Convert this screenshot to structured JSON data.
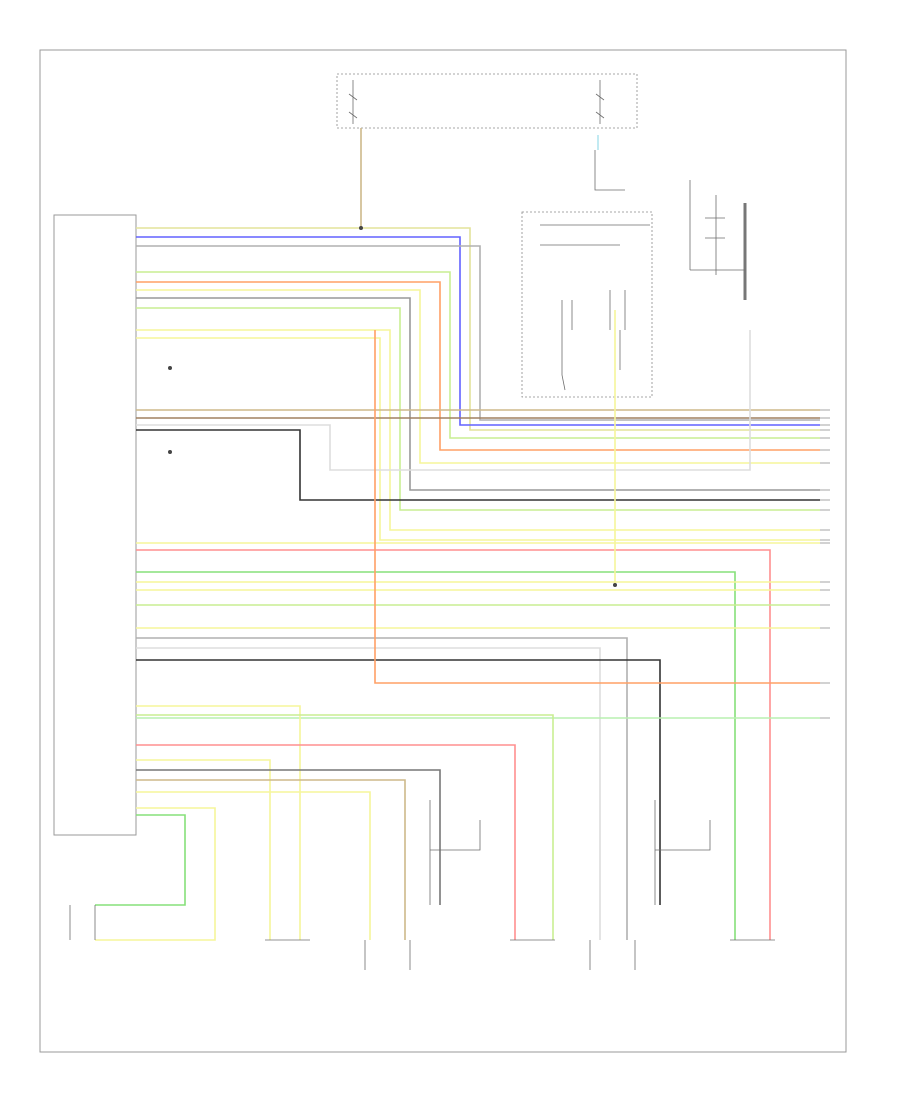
{
  "page_footer": "",
  "colors": {
    "yellow": "#f5f59a",
    "yellow_green": "#c9ee92",
    "green": "#86e07a",
    "red": "#ff8f8f",
    "orange": "#ffa066",
    "blue": "#6262ff",
    "black": "#333333",
    "gray": "#b0b0b0",
    "brown": "#cdb98a",
    "light_green": "#b8f0b0",
    "light_blue": "#9adbe8"
  },
  "main_module": {
    "name": "",
    "pin_labels": [
      "",
      "",
      "",
      "",
      "",
      "",
      "",
      "",
      "",
      "",
      "",
      "",
      "",
      "",
      "",
      "",
      "",
      "",
      "",
      "",
      "",
      "",
      "",
      "",
      "",
      "",
      "",
      "",
      "",
      "",
      "",
      "",
      "",
      "",
      "",
      "",
      "",
      "",
      ""
    ]
  },
  "fuse_box": {
    "name": ""
  },
  "power_distribution": {
    "name": ""
  },
  "components": [
    {
      "id": "c1",
      "name": ""
    },
    {
      "id": "c2",
      "name": ""
    },
    {
      "id": "c3",
      "name": ""
    },
    {
      "id": "c4",
      "name": ""
    },
    {
      "id": "c5",
      "name": ""
    },
    {
      "id": "c6",
      "name": ""
    }
  ],
  "wire_colors": [
    "",
    "",
    "",
    "",
    "",
    "",
    "",
    "",
    "",
    "",
    "",
    "",
    "",
    "",
    "",
    "",
    "",
    "",
    ""
  ]
}
